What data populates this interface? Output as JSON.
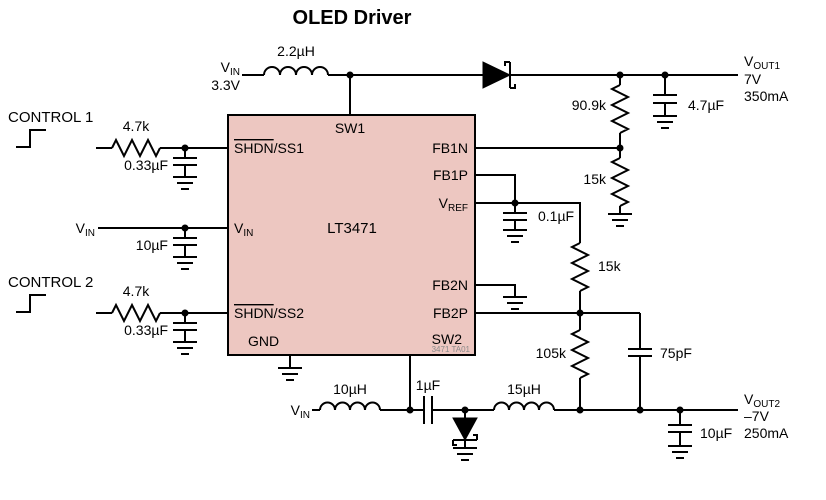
{
  "title": "OLED Driver",
  "colors": {
    "ic_fill": "#edc7c1",
    "wire": "#000000",
    "figure_tag": "#8a8a8a",
    "background": "#ffffff"
  },
  "ic": {
    "part": "LT3471",
    "figure_tag": "3471 TA01",
    "pins": {
      "sw1": "SW1",
      "shdn1_over": "SHDN",
      "shdn1_rest": "/SS1",
      "vin_base": "V",
      "vin_sub": "IN",
      "shdn2_over": "SHDN",
      "shdn2_rest": "/SS2",
      "gnd": "GND",
      "fb1n": "FB1N",
      "fb1p": "FB1P",
      "vref_base": "V",
      "vref_sub": "REF",
      "fb2n": "FB2N",
      "fb2p": "FB2P",
      "sw2": "SW2"
    }
  },
  "inputs": {
    "control1": "CONTROL 1",
    "control2": "CONTROL 2",
    "vin_base": "V",
    "vin_sub": "IN",
    "vin_supply_value": "3.3V"
  },
  "components": {
    "l1": "2.2µH",
    "r_ss1": "4.7k",
    "c_ss1": "0.33µF",
    "c_vin": "10µF",
    "r_ss2": "4.7k",
    "c_ss2": "0.33µF",
    "r_fb1_top": "90.9k",
    "r_fb1_bot": "15k",
    "c_out1": "4.7µF",
    "c_vref": "0.1µF",
    "r_fb2_ref": "15k",
    "r_fb2": "105k",
    "c_fb2": "75pF",
    "l2": "10µH",
    "c_fly": "1µF",
    "l3": "15µH",
    "c_out2": "10µF"
  },
  "outputs": {
    "vout1_base": "V",
    "vout1_sub": "OUT1",
    "vout1_value": "7V",
    "vout1_current": "350mA",
    "vout2_base": "V",
    "vout2_sub": "OUT2",
    "vout2_value": "–7V",
    "vout2_current": "250mA"
  }
}
